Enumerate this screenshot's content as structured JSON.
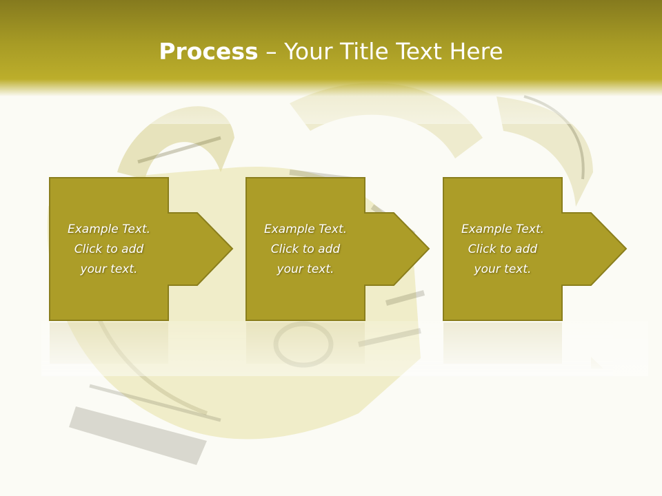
{
  "slide": {
    "title_bold": "Process",
    "title_rest": " – Your Title Text Here",
    "colors": {
      "header_dark": "#857a1e",
      "header_light": "#bcae2b",
      "box_fill": "#ac9d28",
      "box_border": "#8a7e1c",
      "text": "#ffffff"
    },
    "background_image": "measuring-tape-photo"
  },
  "steps": [
    {
      "text": "Example Text.\nClick  to add\nyour text."
    },
    {
      "text": "Example Text.\nClick  to add\nyour text."
    },
    {
      "text": "Example Text.\nClick  to add\nyour text."
    }
  ]
}
